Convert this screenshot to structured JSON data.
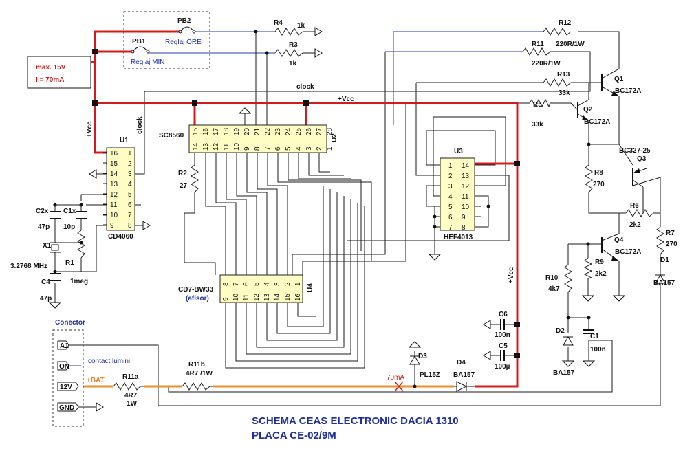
{
  "title": {
    "line1": "SCHEMA CEAS ELECTRONIC DACIA 1310",
    "line2": "PLACA CE-02/9M"
  },
  "annotations": {
    "max_line1": "max. 15V",
    "max_line2": "I = 70mA",
    "vcc_left": "+Vcc",
    "vcc_top": "+Vcc",
    "vcc_right": "+Vcc",
    "clock_top": "clock",
    "clock_left": "clock",
    "reglaj_ore": "Reglaj ORE",
    "reglaj_min": "Reglaj MIN",
    "contact_lumini": "contact lumini",
    "bat": "+BAT",
    "current_70": "70mA",
    "conector": "Conector"
  },
  "chips": {
    "u1": {
      "ref": "U1",
      "name": "CD4060",
      "left_pins": [
        "16",
        "15",
        "14",
        "13",
        "12",
        "11",
        "10",
        "9"
      ],
      "right_pins": [
        "1",
        "2",
        "3",
        "4",
        "5",
        "6",
        "7",
        "8"
      ]
    },
    "u2": {
      "ref": "U2",
      "name": "SC8560",
      "top_pins": [
        "15",
        "16",
        "17",
        "18",
        "19",
        "20",
        "21",
        "22",
        "23",
        "24",
        "25",
        "26",
        "27",
        "28"
      ],
      "bottom_pins": [
        "14",
        "13",
        "12",
        "11",
        "10",
        "9",
        "8",
        "7",
        "6",
        "5",
        "4",
        "3",
        "2",
        "1"
      ]
    },
    "u3": {
      "ref": "U3",
      "name": "HEF4013",
      "left_pins": [
        "1",
        "2",
        "3",
        "4",
        "5",
        "6",
        "7"
      ],
      "right_pins": [
        "14",
        "13",
        "12",
        "11",
        "10",
        "9",
        "8"
      ]
    },
    "u4": {
      "ref": "U4",
      "name": "CD7-BW33",
      "sub": "(afisor)",
      "top_pins": [
        "8",
        "7",
        "6",
        "5",
        "4",
        "3",
        "2",
        "1"
      ],
      "bottom_pins": [
        "9",
        "10",
        "11",
        "12",
        "13",
        "14",
        "15",
        "16"
      ]
    }
  },
  "components": {
    "pb1": "PB1",
    "pb2": "PB2",
    "r4": "R4",
    "r4_val": "1k",
    "r3": "R3",
    "r3_val": "1k",
    "r12": "R12",
    "r12_val": "220R/1W",
    "r11": "R11",
    "r11_val": "220R/1W",
    "r13": "R13",
    "r13_val": "33k",
    "r5": "R5",
    "r5_val": "33k",
    "q1": "Q1",
    "q1_val": "BC172A",
    "q2": "Q2",
    "q2_val": "BC172A",
    "q3": "Q3",
    "q3_val": "BC327-25",
    "q4": "Q4",
    "q4_val": "BC172A",
    "r8": "R8",
    "r8_val": "270",
    "r6": "R6",
    "r6_val": "2k2",
    "r7": "R7",
    "r7_val": "270",
    "r9": "R9",
    "r9_val": "2k2",
    "r10": "R10",
    "r10_val": "4k7",
    "r2": "R2",
    "r2_val": "27",
    "r1": "R1",
    "r1_val": "1meg",
    "c2x": "C2x",
    "c2x_val": "47p",
    "c1x": "C1x",
    "c1x_val": "10p",
    "x1": "X1",
    "x1_val": "3.2768 MHz",
    "c4": "C4",
    "c4_val": "47p",
    "c6": "C6",
    "c6_val": "100n",
    "c5": "C5",
    "c5_val": "100µ",
    "c1": "C1",
    "c1_val": "100n",
    "d1": "D1",
    "d1_val": "BA157",
    "d2": "D2",
    "d2_val": "BA157",
    "d3": "D3",
    "d3_val": "PL15Z",
    "d4": "D4",
    "d4_val": "BA157",
    "r11a": "R11a",
    "r11a_val": "4R7",
    "r11a_val2": "1W",
    "r11b": "R11b",
    "r11b_val": "4R7 /1W"
  },
  "connector": {
    "pins": [
      "A1",
      "ON",
      "12V",
      "GND"
    ]
  },
  "colors": {
    "vcc_wire": "#d01c1c",
    "bat_wire": "#e8902e",
    "chip_fill": "#fdfdc4",
    "label_blue": "#1f2f9a"
  }
}
